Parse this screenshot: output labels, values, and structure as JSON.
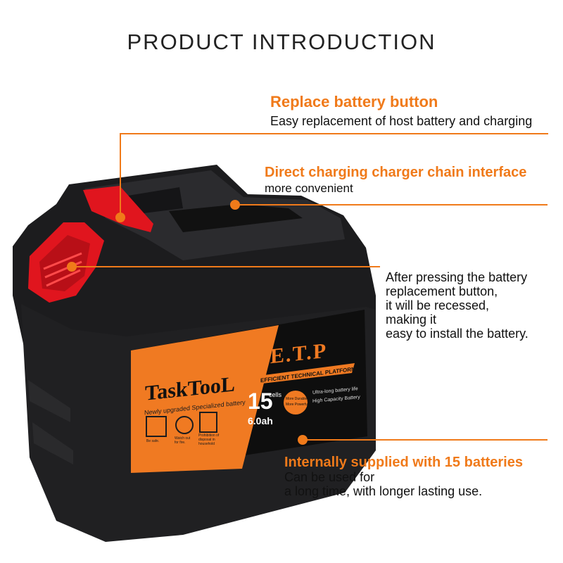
{
  "page": {
    "title": "PRODUCT INTRODUCTION"
  },
  "callouts": [
    {
      "heading": "Replace battery button",
      "lines": [
        "Easy replacement of host battery and charging"
      ]
    },
    {
      "heading": "Direct charging charger chain interface",
      "lines": [
        "more convenient"
      ]
    },
    {
      "heading": "",
      "lines": [
        "After pressing the battery",
        "replacement button,",
        "it will be recessed,",
        "making it",
        "easy to install the battery."
      ]
    },
    {
      "heading": "Internally supplied with 15 batteries",
      "lines": [
        "Can be used for",
        "a long time, with longer lasting use."
      ]
    }
  ],
  "label": {
    "brand": "TaskTooL",
    "subtitle": "Newly upgraded Specialized battery",
    "etp": "E.T.P",
    "platform": "EFFICIENT TECHNICAL PLATFORM",
    "cells_number": "15",
    "cells_unit": "cells",
    "capacity": "6.0ah",
    "badge_line1": "More Durable",
    "badge_line2": "More Powerful",
    "spec_line1": "Ultra-long battery life",
    "spec_line2": "High Capacity Battery",
    "icon1_caption": "Be safe.",
    "icon2_caption": "Watch out for fire.",
    "icon3_caption": "Prohibition of disposal in household"
  },
  "colors": {
    "accent": "#f07a1a",
    "battery_body": "#1c1c1e",
    "label_orange": "#f07a22",
    "button_red": "#e0151e"
  }
}
